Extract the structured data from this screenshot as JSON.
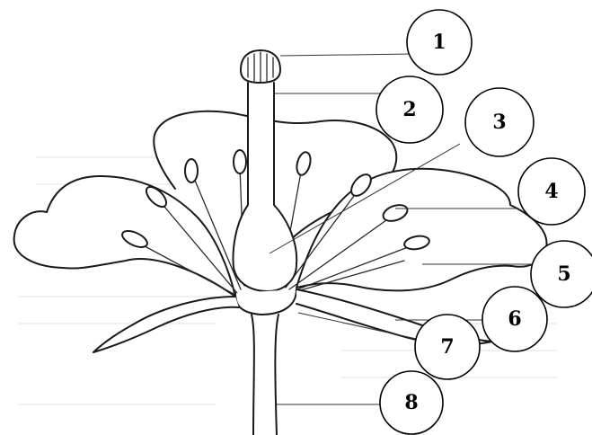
{
  "labels": [
    {
      "text": "1"
    },
    {
      "text": "2"
    },
    {
      "text": "3"
    },
    {
      "text": "4"
    },
    {
      "text": "5"
    },
    {
      "text": "6"
    },
    {
      "text": "7"
    },
    {
      "text": "8"
    }
  ]
}
